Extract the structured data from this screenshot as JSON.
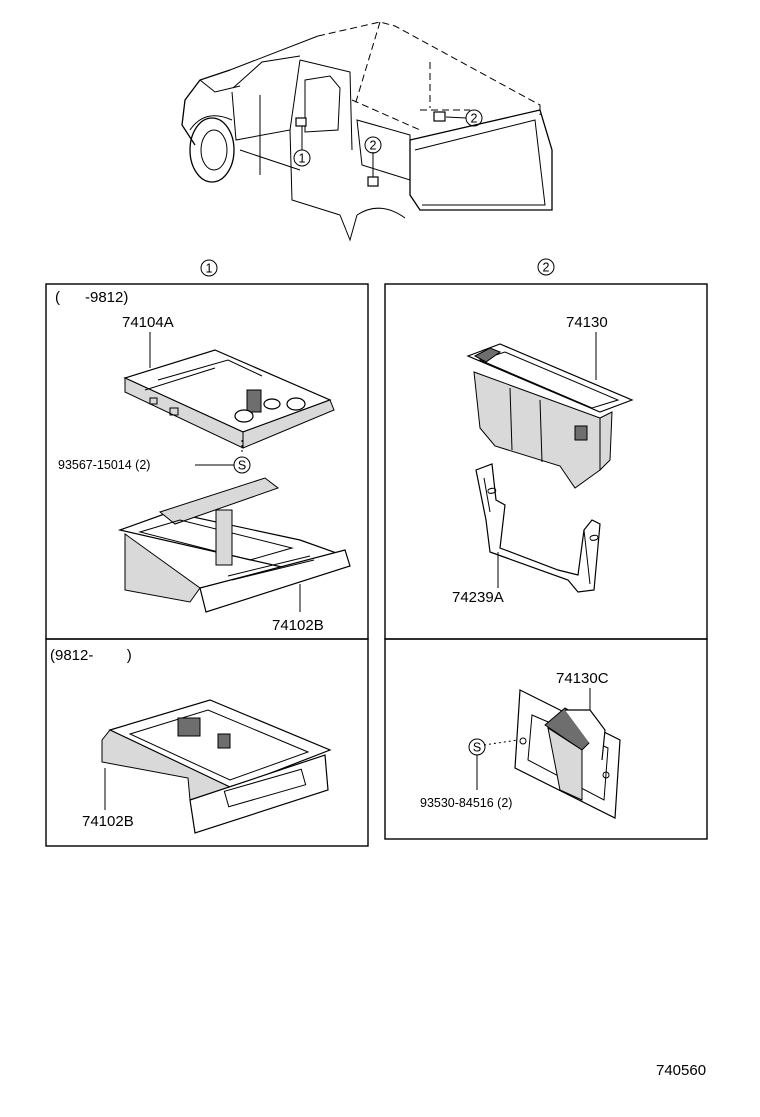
{
  "callouts": {
    "one": "1",
    "two": "2"
  },
  "panel_a": {
    "date_range": "(      -9812)",
    "upper_part": "74104A",
    "screw": "93567-15014 (2)",
    "screw_symbol": "S",
    "lower_part": "74102B"
  },
  "panel_b": {
    "date_range": "(9812-        )",
    "part": "74102B"
  },
  "panel_c": {
    "top_part": "74130",
    "bracket_part": "74239A"
  },
  "panel_d": {
    "part": "74130C",
    "screw": "93530-84516 (2)",
    "screw_symbol": "S"
  },
  "diagram_number": "740560"
}
